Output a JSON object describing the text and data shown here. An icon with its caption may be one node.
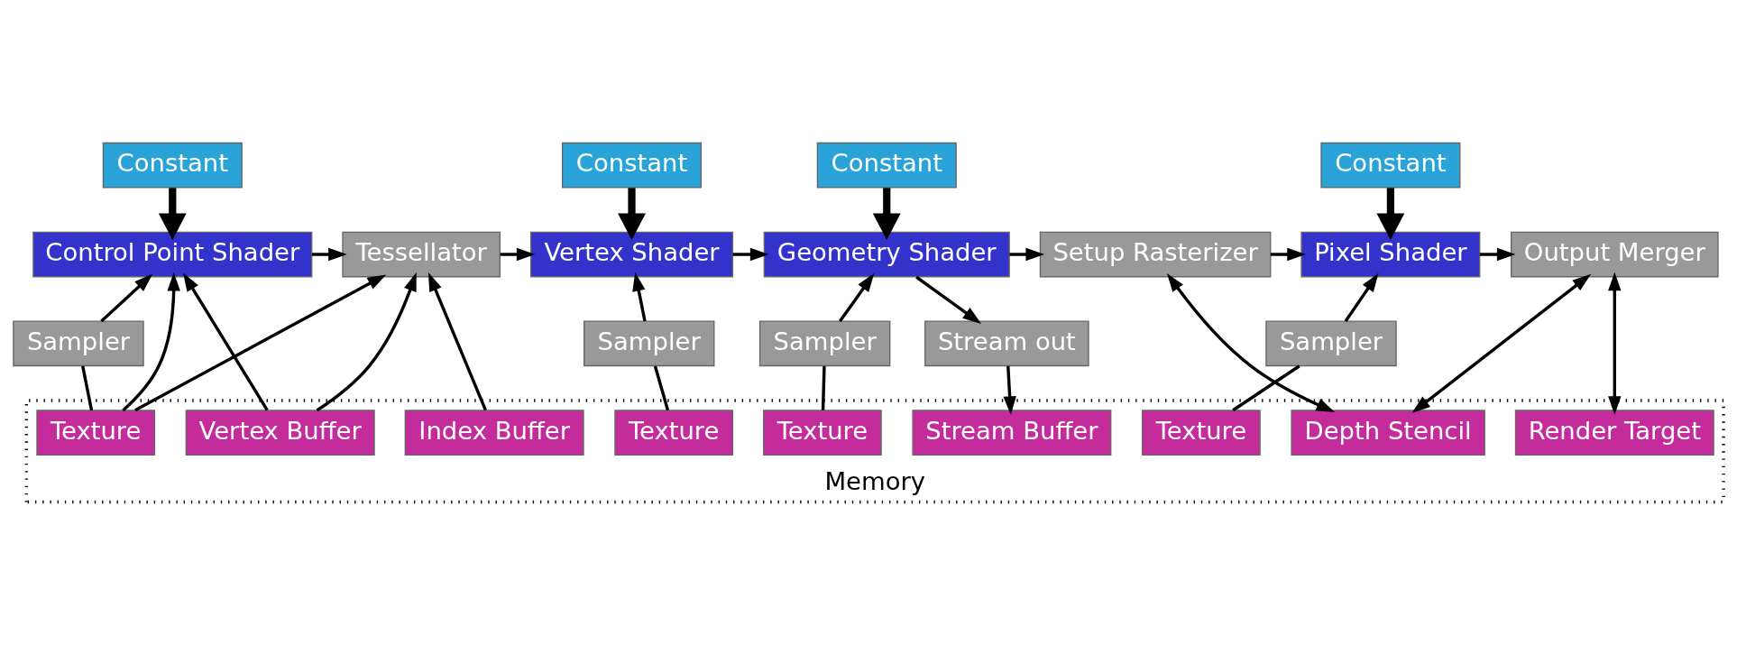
{
  "diagram": {
    "nodes": [
      {
        "text": [
          "Constant"
        ]
      },
      {
        "text": [
          "Constant"
        ]
      },
      {
        "text": [
          "Constant"
        ]
      },
      {
        "text": [
          "Constant"
        ]
      },
      {
        "text": [
          "Control Point Shader"
        ]
      },
      {
        "text": [
          "Tessellator"
        ]
      },
      {
        "text": [
          "Vertex Shader"
        ]
      },
      {
        "text": [
          "Geometry Shader"
        ]
      },
      {
        "text": [
          "Setup Rasterizer"
        ]
      },
      {
        "text": [
          "Pixel Shader"
        ]
      },
      {
        "text": [
          "Output Merger"
        ]
      },
      {
        "text": [
          "Sampler"
        ]
      },
      {
        "text": [
          "Sampler"
        ]
      },
      {
        "text": [
          "Sampler"
        ]
      },
      {
        "text": [
          "Stream out"
        ]
      },
      {
        "text": [
          "Sampler"
        ]
      },
      {
        "text": [
          "Memory"
        ]
      },
      {
        "text": [
          "Texture"
        ],
        "in": 16
      },
      {
        "text": [
          "Vertex Buffer"
        ],
        "in": 16
      },
      {
        "text": [
          "Index Buffer"
        ],
        "in": 16
      },
      {
        "text": [
          "Texture"
        ],
        "in": 16
      },
      {
        "text": [
          "Texture"
        ],
        "in": 16
      },
      {
        "text": [
          "Stream Buffer"
        ],
        "in": 16
      },
      {
        "text": [
          "Texture"
        ],
        "in": 16
      },
      {
        "text": [
          "Depth Stencil"
        ],
        "in": 16
      },
      {
        "text": [
          "Render Target"
        ],
        "in": 16
      }
    ],
    "edges": [
      {
        "from": 0,
        "to": 4,
        "arrow": "to",
        "style": "thick"
      },
      {
        "from": 1,
        "to": 6,
        "arrow": "to",
        "style": "thick"
      },
      {
        "from": 2,
        "to": 7,
        "arrow": "to",
        "style": "thick"
      },
      {
        "from": 3,
        "to": 9,
        "arrow": "to",
        "style": "thick"
      },
      {
        "from": 4,
        "to": 5,
        "arrow": "to"
      },
      {
        "from": 5,
        "to": 6,
        "arrow": "to"
      },
      {
        "from": 6,
        "to": 7,
        "arrow": "to"
      },
      {
        "from": 7,
        "to": 8,
        "arrow": "to"
      },
      {
        "from": 7,
        "to": 14,
        "arrow": "to"
      },
      {
        "from": 8,
        "to": 9,
        "arrow": "to"
      },
      {
        "from": 9,
        "to": 10,
        "arrow": "to"
      },
      {
        "from": 17,
        "to": 11,
        "arrow": "none"
      },
      {
        "from": 11,
        "to": 4,
        "arrow": "to"
      },
      {
        "from": 17,
        "to": 4,
        "arrow": "to"
      },
      {
        "from": 17,
        "to": 5,
        "arrow": "to"
      },
      {
        "from": 18,
        "to": 4,
        "arrow": "to"
      },
      {
        "from": 18,
        "to": 5,
        "arrow": "to"
      },
      {
        "from": 19,
        "to": 5,
        "arrow": "to"
      },
      {
        "from": 20,
        "to": 12,
        "arrow": "none"
      },
      {
        "from": 12,
        "to": 6,
        "arrow": "to"
      },
      {
        "from": 21,
        "to": 13,
        "arrow": "none"
      },
      {
        "from": 13,
        "to": 7,
        "arrow": "to"
      },
      {
        "from": 14,
        "to": 22,
        "arrow": "to"
      },
      {
        "from": 23,
        "to": 15,
        "arrow": "none"
      },
      {
        "from": 15,
        "to": 9,
        "arrow": "to"
      },
      {
        "from": 8,
        "to": 24,
        "arrow": "both"
      },
      {
        "from": 10,
        "to": 24,
        "arrow": "both"
      },
      {
        "from": 10,
        "to": 25,
        "arrow": "both"
      }
    ]
  }
}
